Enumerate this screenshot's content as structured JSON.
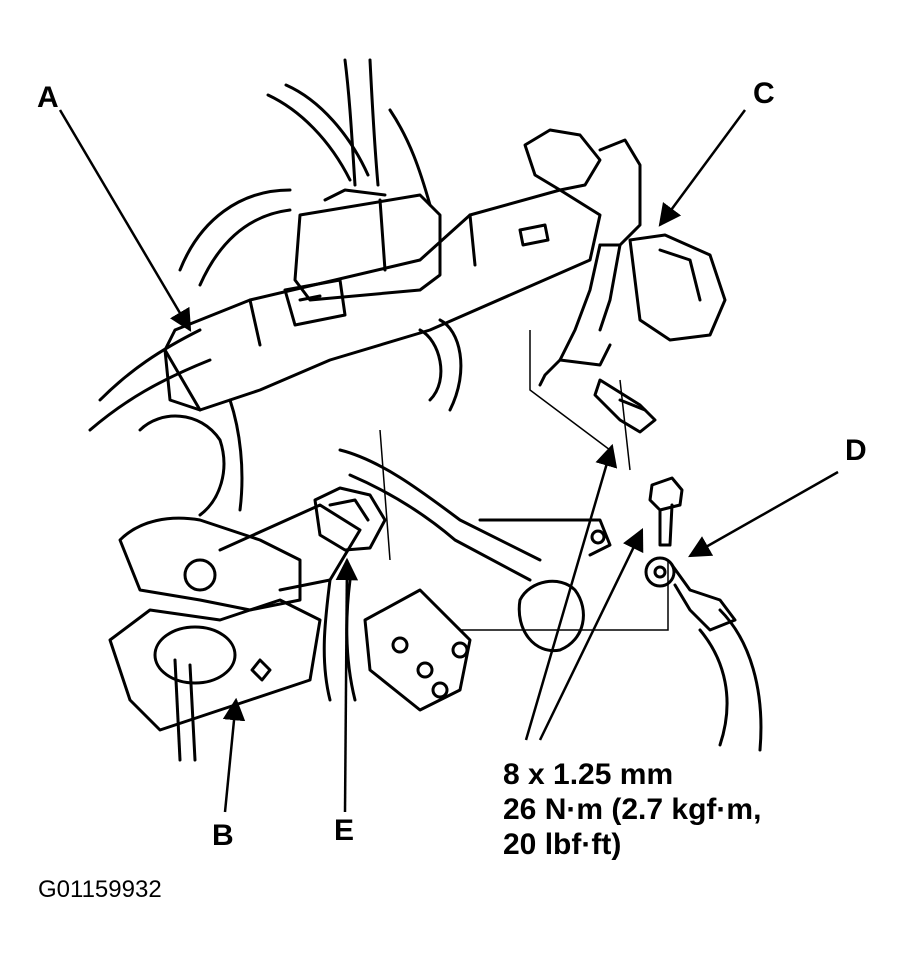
{
  "callouts": {
    "a": "A",
    "b": "B",
    "c": "C",
    "d": "D",
    "e": "E"
  },
  "bolt_spec": {
    "size": "8 x 1.25 mm",
    "torque_line1": "26 N·m (2.7 kgf·m,",
    "torque_line2": "20 lbf·ft)"
  },
  "figure_id": "G01159932"
}
